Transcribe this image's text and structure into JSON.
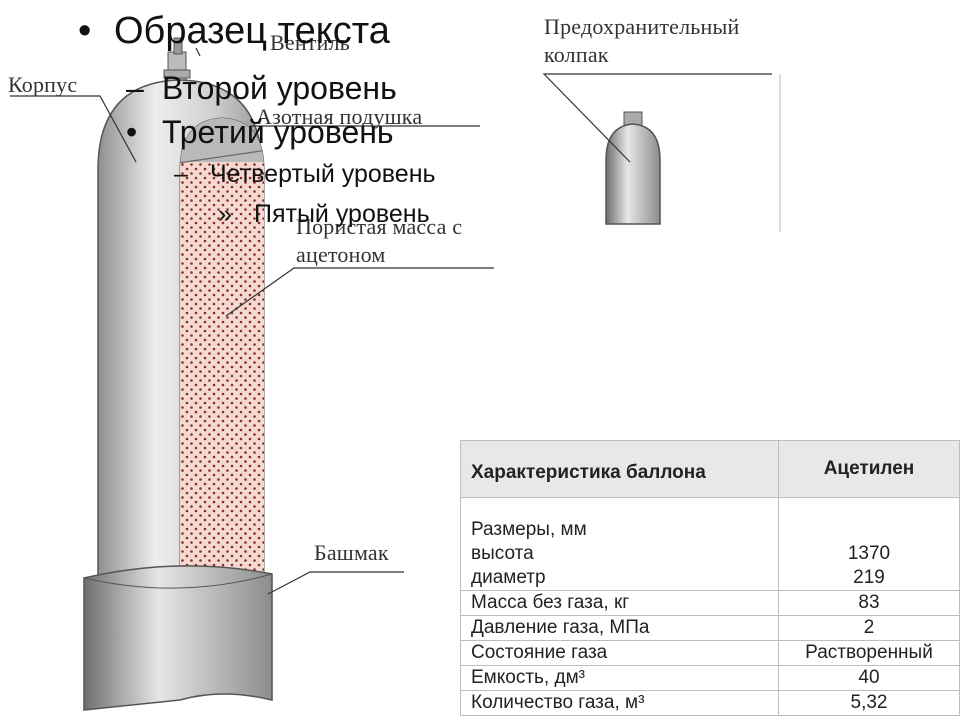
{
  "labels": {
    "korpus": "Корпус",
    "ventil": "Вентиль",
    "azot": "Азотная подушка",
    "poristaya_1": "Пористая масса с",
    "poristaya_2": "ацетоном",
    "bashmak": "Башмак",
    "kolpak_1": "Предохранительный",
    "kolpak_2": "колпак"
  },
  "bullets": {
    "level1": "Образец текста",
    "level2": "Второй уровень",
    "level3": "Третий уровень",
    "level4": "Четвертый уровень",
    "level5": "Пятый уровень"
  },
  "table": {
    "headers": [
      "Характеристика баллона",
      "Ацетилен"
    ],
    "dimensions": {
      "label": "Размеры, мм",
      "height_label": "высота",
      "height_value": "1370",
      "diameter_label": "диаметр",
      "diameter_value": "219"
    },
    "rows": [
      {
        "label": "Масса без газа, кг",
        "value": "83"
      },
      {
        "label": "Давление газа, МПа",
        "value": "2"
      },
      {
        "label": "Состояние газа",
        "value": "Растворенный"
      },
      {
        "label": "Емкость, дм³",
        "value": "40"
      },
      {
        "label": "Количество газа, м³",
        "value": "5,32"
      }
    ]
  },
  "colors": {
    "shell": "#d6d6d6",
    "shell_dark": "#9a9a9a",
    "porous_fill": "#f4d9d2",
    "porous_dot": "#8a2e22",
    "nitrogen": "#b9b9b9"
  }
}
